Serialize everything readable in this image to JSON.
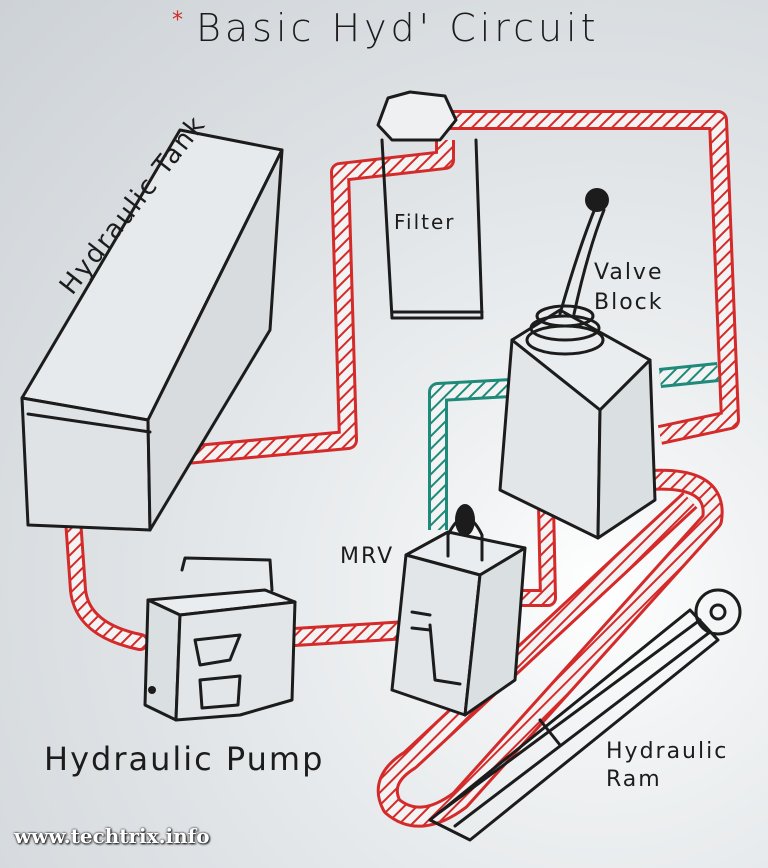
{
  "title": "Basic Hyd' Circuit",
  "title_mark": "*",
  "components": {
    "tank": "Hydraulic Tank",
    "filter": "Filter",
    "valve_block": [
      "Valve",
      "Block"
    ],
    "mrv": "MRV",
    "pump": "Hydraulic Pump",
    "ram": [
      "Hydraulic",
      "Ram"
    ]
  },
  "watermark": "www.techtrix.info",
  "colors": {
    "pressure_line": "#d42a2a",
    "return_line": "#1f8a7a",
    "ink": "#1c1c1c"
  }
}
